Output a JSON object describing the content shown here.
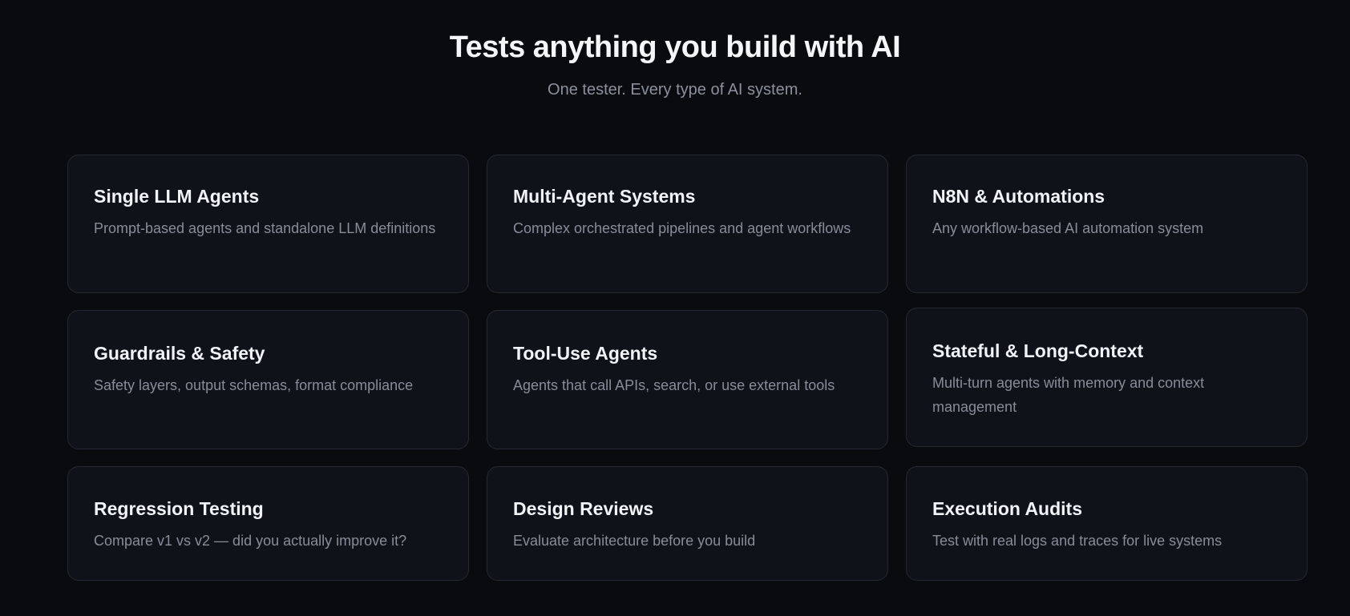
{
  "header": {
    "title": "Tests anything you build with AI",
    "subtitle": "One tester. Every type of AI system."
  },
  "cards": [
    {
      "title": "Single LLM Agents",
      "description": "Prompt-based agents and standalone LLM definitions"
    },
    {
      "title": "Multi-Agent Systems",
      "description": "Complex orchestrated pipelines and agent workflows"
    },
    {
      "title": "N8N & Automations",
      "description": "Any workflow-based AI automation system"
    },
    {
      "title": "Guardrails & Safety",
      "description": "Safety layers, output schemas, format compliance"
    },
    {
      "title": "Tool-Use Agents",
      "description": "Agents that call APIs, search, or use external tools"
    },
    {
      "title": "Stateful & Long-Context",
      "description": "Multi-turn agents with memory and context management"
    },
    {
      "title": "Regression Testing",
      "description": "Compare v1 vs v2 — did you actually improve it?"
    },
    {
      "title": "Design Reviews",
      "description": "Evaluate architecture before you build"
    },
    {
      "title": "Execution Audits",
      "description": "Test with real logs and traces for live systems"
    }
  ],
  "colors": {
    "background": "#0a0b0f",
    "card_background": "#10121a",
    "card_border": "#262933",
    "title_text": "#f2f3f6",
    "muted_text": "#878c99"
  }
}
